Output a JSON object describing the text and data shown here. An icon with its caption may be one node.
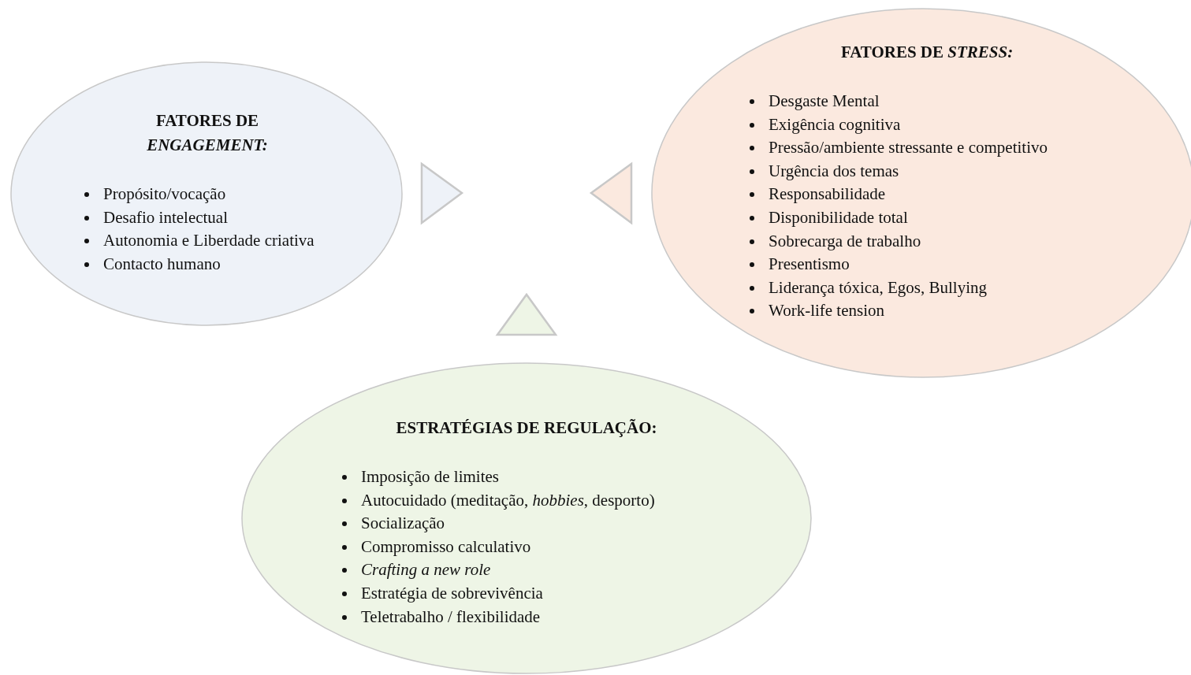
{
  "diagram": {
    "nodes": [
      {
        "text": [
          "FATORES DE *ENGAGEMENT:*",
          "Propósito/vocação",
          "Desafio intelectual",
          "Autonomia e Liberdade criativa",
          "Contacto humano"
        ]
      },
      {
        "text": [
          "FATORES DE *STRESS:*",
          "Desgaste Mental",
          "Exigência cognitiva",
          "Pressão/ambiente stressante e competitivo",
          "Urgência dos temas",
          "Responsabilidade",
          "Disponibilidade total",
          "Sobrecarga de trabalho",
          "Presentismo",
          "Liderança tóxica, Egos, Bullying",
          "Work-life tension"
        ]
      },
      {
        "text": [
          "ESTRATÉGIAS DE REGULAÇÃO:",
          "Imposição de limites",
          "Autocuidado (meditação, *hobbies*, desporto)",
          "Socialização",
          "Compromisso calculativo",
          "*Crafting a new role*",
          "Estratégia de sobrevivência",
          "Teletrabalho / flexibilidade"
        ]
      },
      {
        "text": [],
        "shape": "triangle"
      },
      {
        "text": [],
        "shape": "triangle"
      },
      {
        "text": [],
        "shape": "triangle"
      }
    ]
  }
}
